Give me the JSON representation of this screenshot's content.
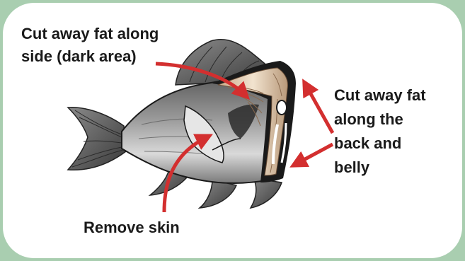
{
  "labels": {
    "side_fat": [
      "Cut away fat along",
      "side (dark area)"
    ],
    "back_belly": [
      "Cut away fat",
      "along the",
      "back and",
      "belly"
    ],
    "skin": "Remove skin"
  },
  "colors": {
    "background": "#a9ceb0",
    "card": "#ffffff",
    "arrow": "#d32f2f",
    "outline": "#111111",
    "flesh": "#e8d2b8"
  }
}
